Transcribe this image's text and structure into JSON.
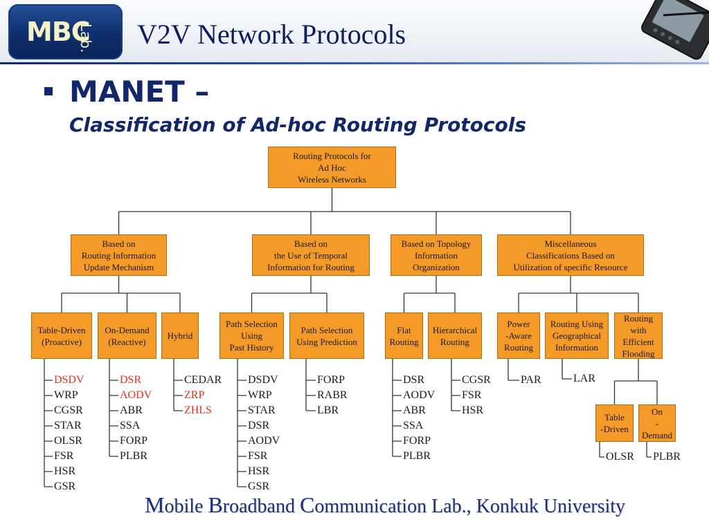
{
  "header": {
    "logo_text": "MBC",
    "logo_sub": "Lab.",
    "title": "V2V Network Protocols"
  },
  "bullet": {
    "heading": "MANET –",
    "subheading": "Classification of Ad-hoc Routing Protocols"
  },
  "diagram": {
    "root": "Routing Protocols for\nAd Hoc\nWireless Networks",
    "categories": [
      "Based on\nRouting Information\nUpdate Mechanism",
      "Based on\nthe Use of Temporal\nInformation for Routing",
      "Based on Topology\nInformation\nOrganization",
      "Miscellaneous\nClassifications Based on\nUtilization of specific Resource"
    ],
    "subcategories": [
      "Table-Driven\n(Proactive)",
      "On-Demand\n(Reactive)",
      "Hybrid",
      "Path Selection\nUsing\nPast History",
      "Path Selection\nUsing Prediction",
      "Flat\nRouting",
      "Hierarchical\nRouting",
      "Power\n-Aware\nRouting",
      "Routing Using\nGeographical\nInformation",
      "Routing\nwith\nEfficient\nFlooding",
      "Table\n-Driven",
      "On\n-Demand"
    ],
    "leaf_lists": [
      [
        "DSDV",
        "WRP",
        "CGSR",
        "STAR",
        "OLSR",
        "FSR",
        "HSR",
        "GSR"
      ],
      [
        "DSR",
        "AODV",
        "ABR",
        "SSA",
        "FORP",
        "PLBR"
      ],
      [
        "CEDAR",
        "ZRP",
        "ZHLS"
      ],
      [
        "DSDV",
        "WRP",
        "STAR",
        "DSR",
        "AODV",
        "FSR",
        "HSR",
        "GSR"
      ],
      [
        "FORP",
        "RABR",
        "LBR"
      ],
      [
        "DSR",
        "AODV",
        "ABR",
        "SSA",
        "FORP",
        "PLBR"
      ],
      [
        "CGSR",
        "FSR",
        "HSR"
      ],
      [
        "PAR"
      ],
      [
        "LAR"
      ],
      [
        "OLSR"
      ],
      [
        "PLBR"
      ]
    ],
    "colors": {
      "box_fill": "#f39a28",
      "highlight_text": "#e0301e",
      "line": "#333333"
    }
  },
  "footer": {
    "parts": [
      {
        "initial": "M",
        "rest": "obile "
      },
      {
        "initial": "B",
        "rest": "roadband "
      },
      {
        "initial": "C",
        "rest": "ommunication Lab., Konkuk University"
      }
    ]
  }
}
